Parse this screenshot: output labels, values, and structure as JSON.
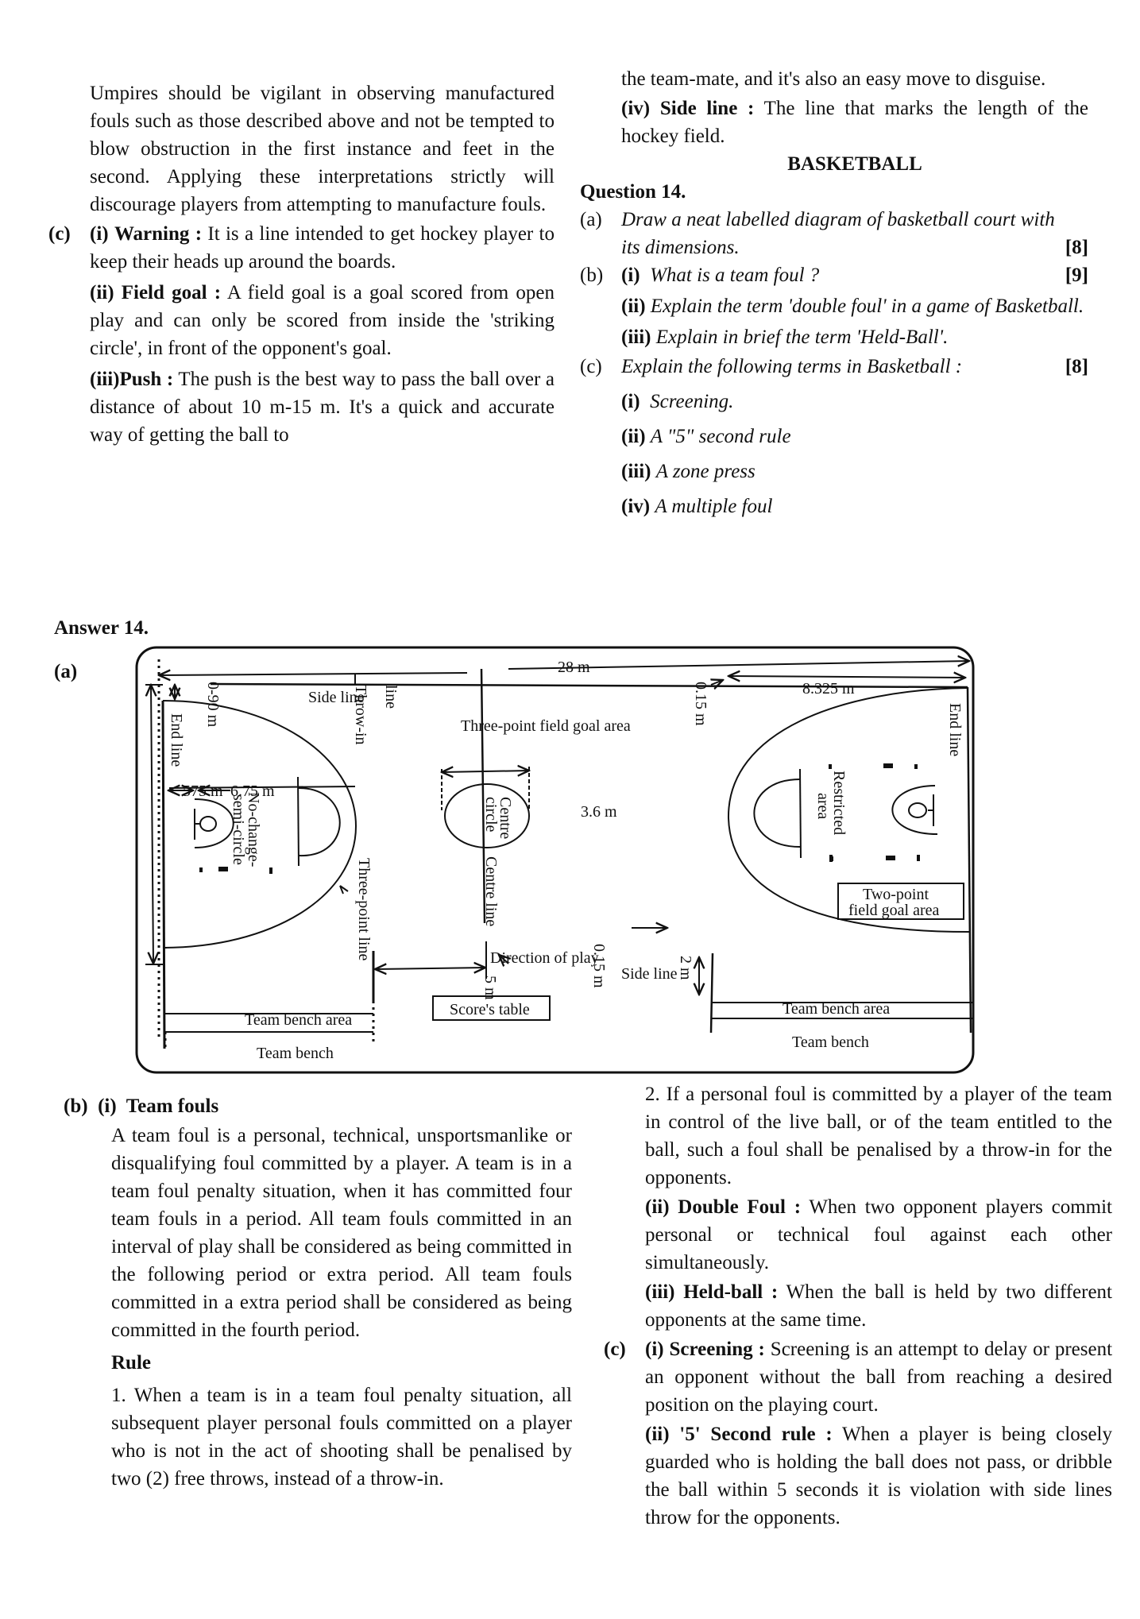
{
  "left_top": {
    "para": "Umpires should be vigilant in observing manufactured fouls such as those described above and not be tempted to blow obstruction in the first instance and feet in the second. Applying these interpretations strictly will discourage players from attempting to manufacture fouls.",
    "c_label": "(c)",
    "c_items": [
      {
        "num": "(i)",
        "lead": "Warning :",
        "text": " It is a line intended to get hockey player to keep their heads up around the boards."
      },
      {
        "num": "(ii)",
        "lead": "Field goal :",
        "text": " A field goal is a goal scored from open play and can only be scored from inside the 'striking circle', in front of the opponent's goal."
      },
      {
        "num": "(iii)",
        "lead": "Push :",
        "text": " The push is the best way to pass the ball over a distance of about 10 m-15 m. It's a quick and accurate way of getting the ball to"
      }
    ]
  },
  "right_top": {
    "cont": "the team-mate, and it's also an easy move to disguise.",
    "side_num": "(iv)",
    "side_lead": "Side line :",
    "side_text": " The line that marks the length of the hockey field.",
    "heading": "BASKETBALL",
    "question": "Question 14.",
    "a_label": "(a)",
    "a_text": "Draw a neat labelled diagram of basketball court with its dimensions.",
    "a_marks": "[8]",
    "b_label": "(b)",
    "b_items": [
      {
        "num": "(i)",
        "text": "What is a team foul ?",
        "marks": "[9]"
      },
      {
        "num": "(ii)",
        "text": "Explain the term 'double foul' in a game of Basketball."
      },
      {
        "num": "(iii)",
        "text": "Explain in brief the term 'Held-Ball'."
      }
    ],
    "c_label": "(c)",
    "c_text": "Explain the following terms in Basketball :",
    "c_marks": "[8]",
    "c_items": [
      {
        "num": "(i)",
        "text": "Screening."
      },
      {
        "num": "(ii)",
        "text": "A \"5\" second rule"
      },
      {
        "num": "(iii)",
        "text": "A zone press"
      },
      {
        "num": "(iv)",
        "text": "A multiple foul"
      }
    ]
  },
  "answer": {
    "title": "Answer 14.",
    "a_label": "(a)"
  },
  "diagram": {
    "length": "28 m",
    "side_line_top": "Side line",
    "zero_ninety": "0-90 m",
    "throw_in_1": "Throw-in",
    "throw_in_2": "line",
    "end_line_left": "End line",
    "end_line_right": "End line",
    "three_point_area": "Three-point field goal area",
    "d575": "575 m",
    "d675": "6.75 m",
    "no_change_1": "No-change-",
    "no_change_2": "semi-circle",
    "three_point_line": "Three-point line",
    "d36": "3.6 m",
    "centre_circle_1": "Centre",
    "centre_circle_2": "circle",
    "centre_line": "Centre line",
    "d015_top": "0.15 m",
    "d8325": "8.325 m",
    "restricted_1": "Restricted",
    "restricted_2": "area",
    "two_point_1": "Two-point",
    "two_point_2": "field goal area",
    "direction": "Direction of play",
    "side_line_bottom": "Side line",
    "d015_bottom": "0.15 m",
    "d5": "5 m",
    "d2": "2 m",
    "bench_area_left": "Team bench area",
    "bench_area_right": "Team bench area",
    "bench_left": "Team bench",
    "bench_right": "Team bench",
    "score_table": "Score's table"
  },
  "bottom_left": {
    "b_label": "(b)",
    "b_num": "(i)",
    "b_title": "Team fouls",
    "para": "A team foul is a personal, technical, unsportsmanlike or disqualifying foul committed by a player. A team is in a team foul penalty situation, when it has committed four team fouls in a period. All team fouls committed in an interval of play shall be considered as being committed in the following period or extra period. All team fouls committed in a extra period shall be considered as being committed in the fourth period.",
    "rule": "Rule",
    "rule1_num": "1.",
    "rule1": "When a team is in a team foul penalty situation, all subsequent player personal fouls committed on a player who is not in the act of shooting shall be penalised by two (2) free throws, instead of a throw-in."
  },
  "bottom_right": {
    "rule2_num": "2.",
    "rule2": "If a personal foul is committed by a player of the team in control of the live ball, or of the team entitled to the ball, such a foul shall be penalised by a throw-in for the opponents.",
    "double_num": "(ii)",
    "double_lead": "Double Foul :",
    "double_text": " When two opponent players commit personal or technical foul against each other simultaneously.",
    "held_num": "(iii)",
    "held_lead": "Held-ball :",
    "held_text": " When the ball is held by two different opponents at the same time.",
    "c_label": "(c)",
    "screen_num": "(i)",
    "screen_lead": "Screening :",
    "screen_text": " Screening is an attempt to delay or present an opponent without the ball from reaching a desired position on the playing court.",
    "five_num": "(ii)",
    "five_lead": "'5' Second rule :",
    "five_text": " When a player is being closely guarded who is holding the ball does not pass, or dribble the ball within 5 seconds it is violation with side lines throw for the opponents."
  }
}
